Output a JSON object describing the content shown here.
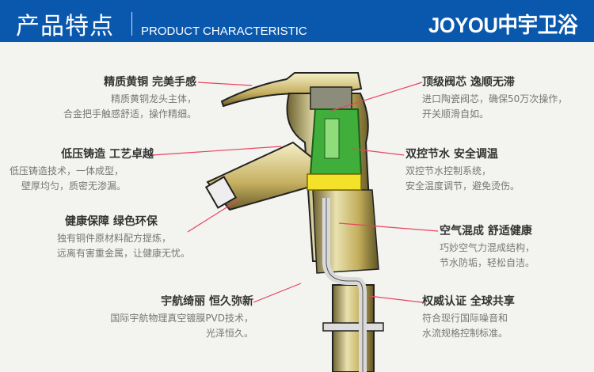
{
  "header": {
    "title_cn": "产品特点",
    "title_en": "PRODUCT CHARACTERISTIC",
    "brand": "JOYOU中宇卫浴"
  },
  "features_left": [
    {
      "title": "精质黄铜  完美手感",
      "lines": [
        "精质黄铜龙头主体，",
        "合金把手触感舒适，操作精细。"
      ]
    },
    {
      "title": "低压铸造  工艺卓越",
      "lines": [
        "低压铸造技术，一体成型，",
        "壁厚均匀，质密无渗漏。"
      ]
    },
    {
      "title": "健康保障  绿色环保",
      "lines": [
        "独有铜件原材料配方提炼，",
        "远离有害重金属，让健康无忧。"
      ]
    },
    {
      "title": "宇航绮丽  恒久弥新",
      "lines": [
        "国际宇航物理真空镀膜PVD技术，",
        "光泽恒久。"
      ]
    }
  ],
  "features_right": [
    {
      "title": "顶级阀芯  逸顺无滞",
      "lines": [
        "进口陶瓷阀芯，确保50万次操作，",
        "开关顺滑自如。"
      ]
    },
    {
      "title": "双控节水  安全调温",
      "lines": [
        "双控节水控制系统，",
        "安全温度调节，避免烫伤。"
      ]
    },
    {
      "title": "空气混成  舒适健康",
      "lines": [
        "巧妙空气力混成结构，",
        "节水防垢，轻松自洁。"
      ]
    },
    {
      "title": "权威认证  全球共享",
      "lines": [
        "符合现行国际噪音和",
        "水流规格控制标准。"
      ]
    }
  ],
  "colors": {
    "header": "#0a58ad",
    "leader": "#e8455f",
    "brass": "#c8b264",
    "cartridge": "#3fae3a",
    "band": "#f3e12a"
  }
}
